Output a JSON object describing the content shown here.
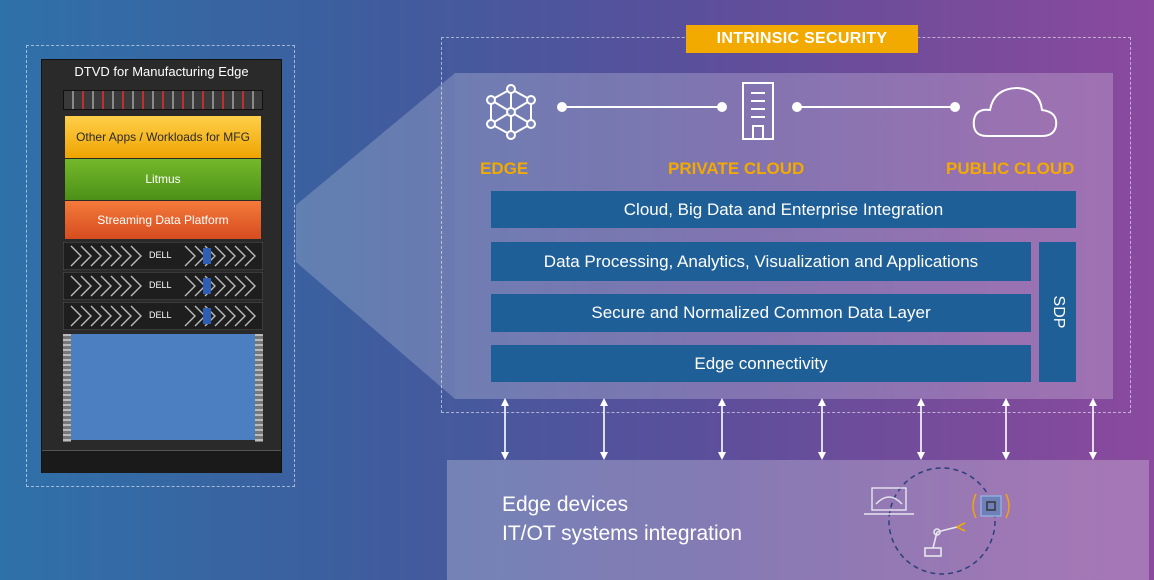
{
  "rack": {
    "title": "DTVD for Manufacturing Edge",
    "bands": [
      "Other Apps / Workloads for MFG",
      "Litmus",
      "Streaming Data Platform"
    ],
    "server_brand": "DELL"
  },
  "architecture": {
    "security_label": "INTRINSIC SECURITY",
    "locations": [
      "EDGE",
      "PRIVATE CLOUD",
      "PUBLIC CLOUD"
    ],
    "layers": [
      "Cloud, Big Data and Enterprise Integration",
      "Data Processing, Analytics, Visualization and Applications",
      "Secure and Normalized Common Data Layer",
      "Edge connectivity"
    ],
    "sdp_label": "SDP"
  },
  "devices": {
    "line1": "Edge devices",
    "line2": "IT/OT systems integration"
  },
  "colors": {
    "accent": "#f2a900",
    "layer_blue": "#1f5f98",
    "band_other_apps": "#f2b400",
    "band_litmus": "#5fa51f",
    "band_streaming": "#e2602a"
  }
}
